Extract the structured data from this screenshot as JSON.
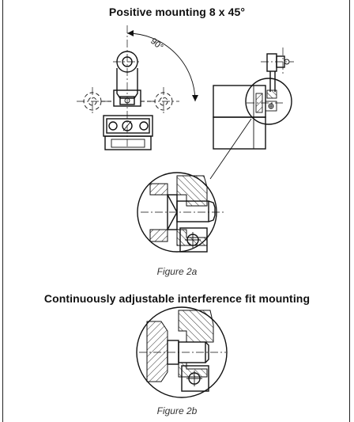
{
  "headings": {
    "top": "Positive mounting 8 x 45°",
    "bottom": "Continuously adjustable interference fit mounting"
  },
  "captions": {
    "fig_a": "Figure 2a",
    "fig_b": "Figure 2b"
  },
  "annotations": {
    "angle": "90°"
  }
}
